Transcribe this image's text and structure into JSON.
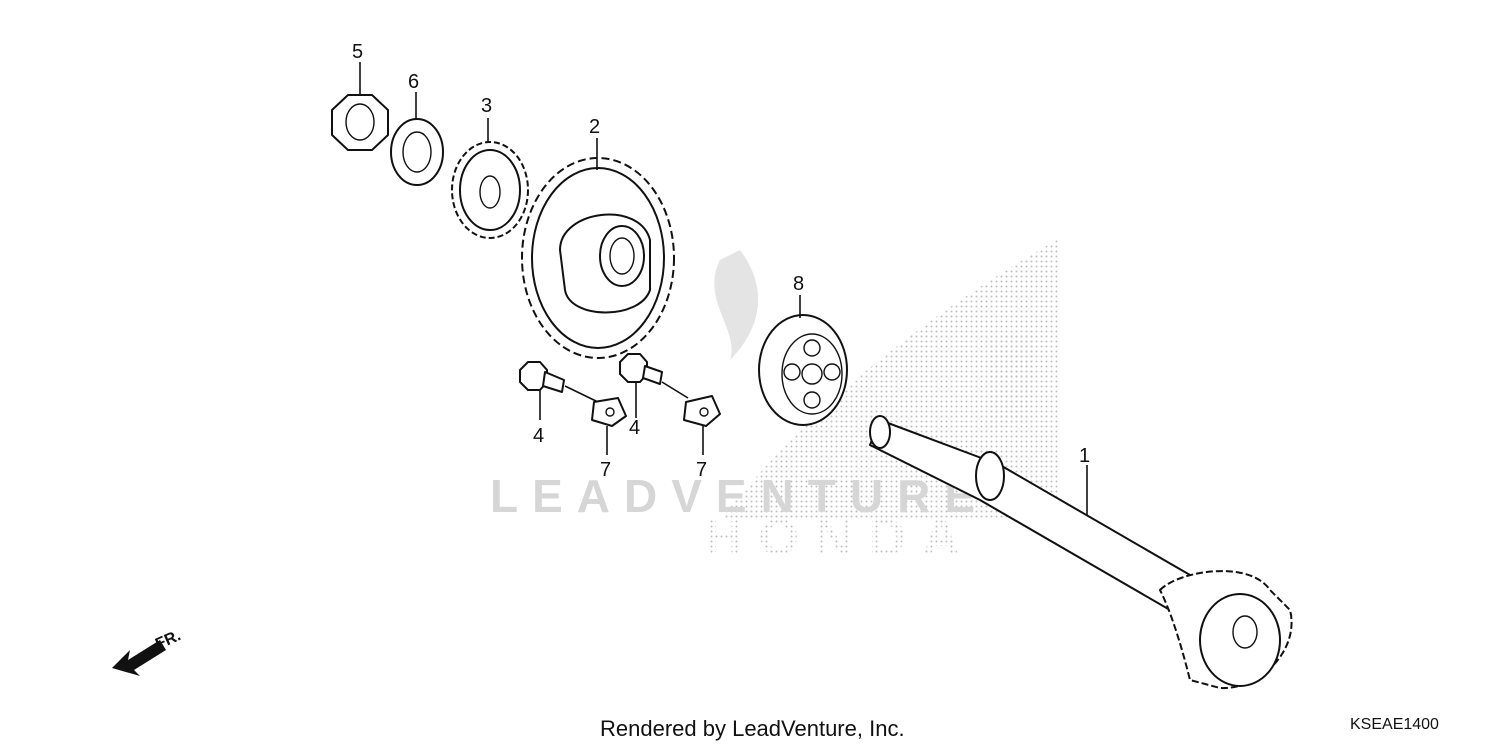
{
  "callouts": [
    {
      "label": "5"
    },
    {
      "label": "6"
    },
    {
      "label": "3"
    },
    {
      "label": "2"
    },
    {
      "label": "8"
    },
    {
      "label": "4"
    },
    {
      "label": "4"
    },
    {
      "label": "7"
    },
    {
      "label": "7"
    },
    {
      "label": "1"
    }
  ],
  "front_indicator": {
    "label": "FR."
  },
  "watermark": {
    "brand": "HONDA",
    "text": "LEADVENTURE"
  },
  "footer": {
    "credit": "Rendered by LeadVenture, Inc.",
    "diagram_code": "KSEAE1400"
  },
  "colors": {
    "line": "#111111",
    "watermark": "#d6d6d6"
  }
}
